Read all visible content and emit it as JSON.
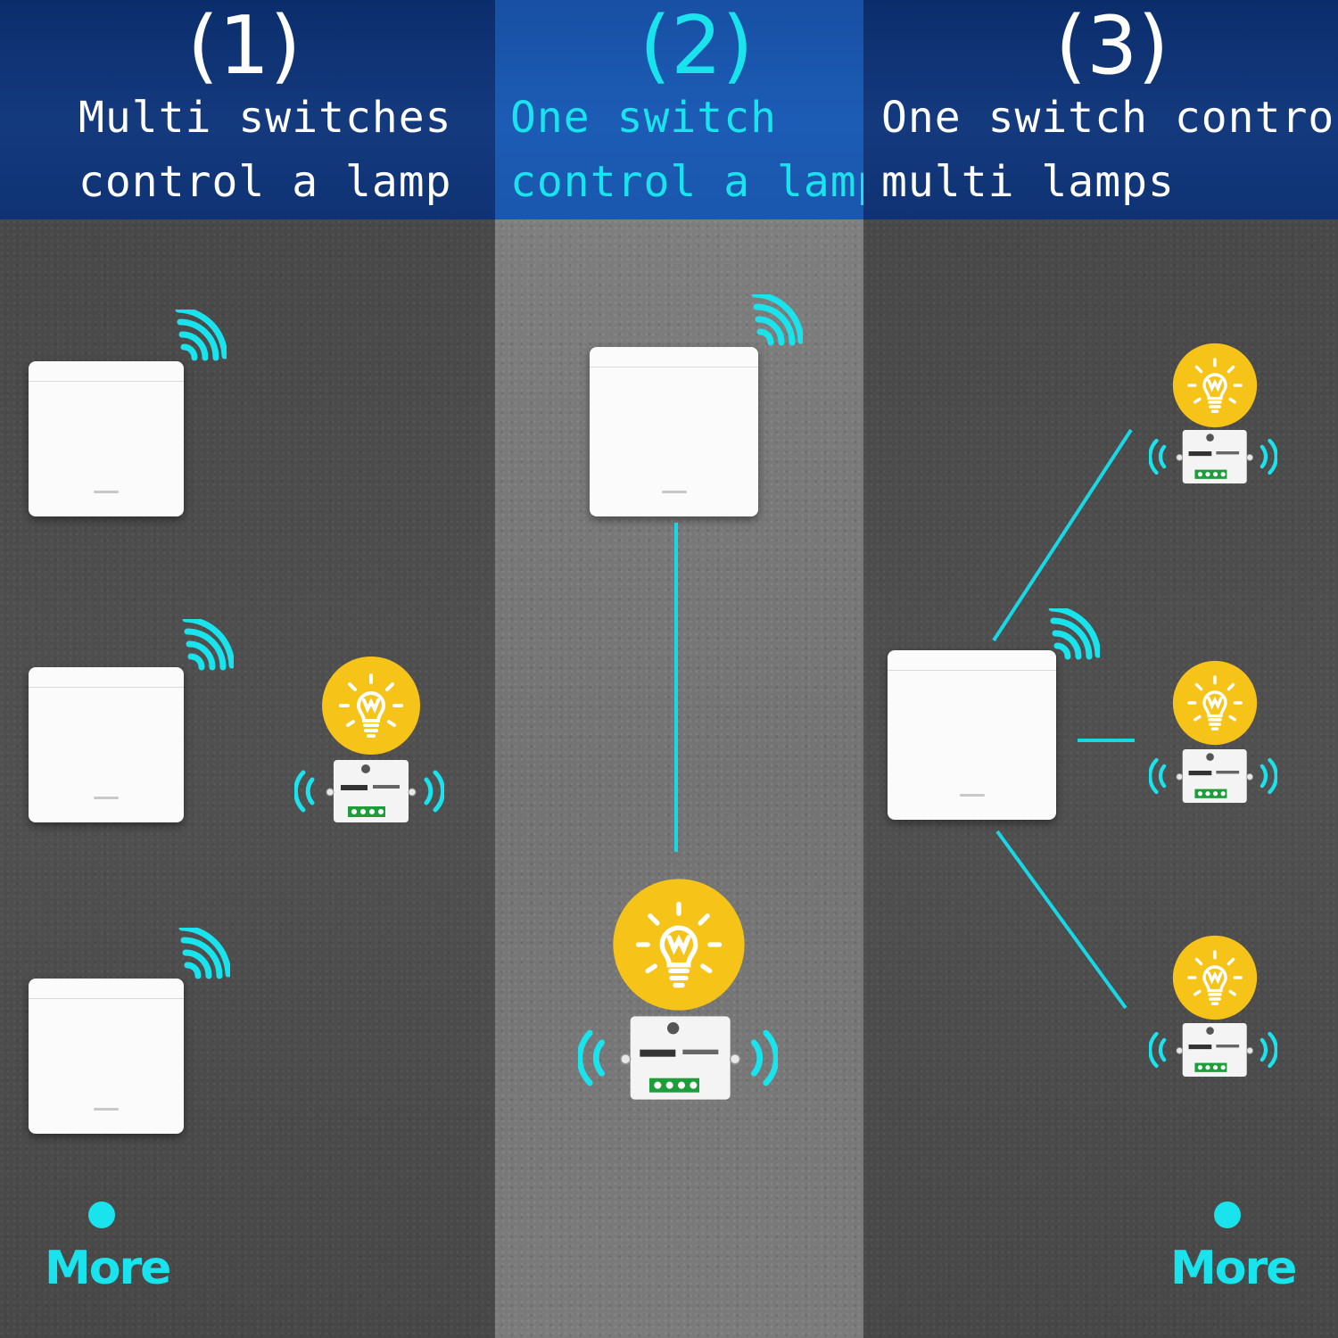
{
  "columns": [
    {
      "number": "(1)",
      "lines": [
        "Multi switches",
        "control a lamp"
      ]
    },
    {
      "number": "(2)",
      "lines": [
        "One switch",
        "control a lamp"
      ]
    },
    {
      "number": "(3)",
      "lines": [
        "One switch control",
        "multi lamps"
      ]
    }
  ],
  "more_label": "More",
  "colors": {
    "accent": "#19e3ec",
    "lamp": "#f6c318",
    "header_dark": "#0f3374",
    "header_light": "#1a57ae"
  },
  "icons": [
    "wifi-signal-icon",
    "light-bulb-icon",
    "smart-switch-module-icon"
  ]
}
